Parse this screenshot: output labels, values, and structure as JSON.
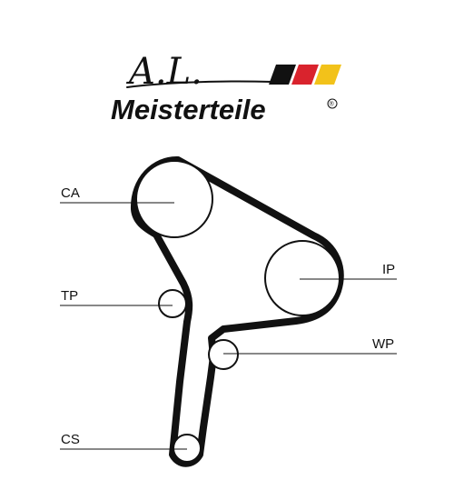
{
  "logo": {
    "script_text": "A.L.",
    "brand_text": "Meisterteile",
    "registered_mark": "®",
    "flag_colors": [
      "#111111",
      "#d9232d",
      "#f2c21a"
    ]
  },
  "diagram": {
    "belt_color": "#111111",
    "labels": {
      "ca": "CA",
      "ip": "IP",
      "tp": "TP",
      "wp": "WP",
      "cs": "CS"
    }
  }
}
